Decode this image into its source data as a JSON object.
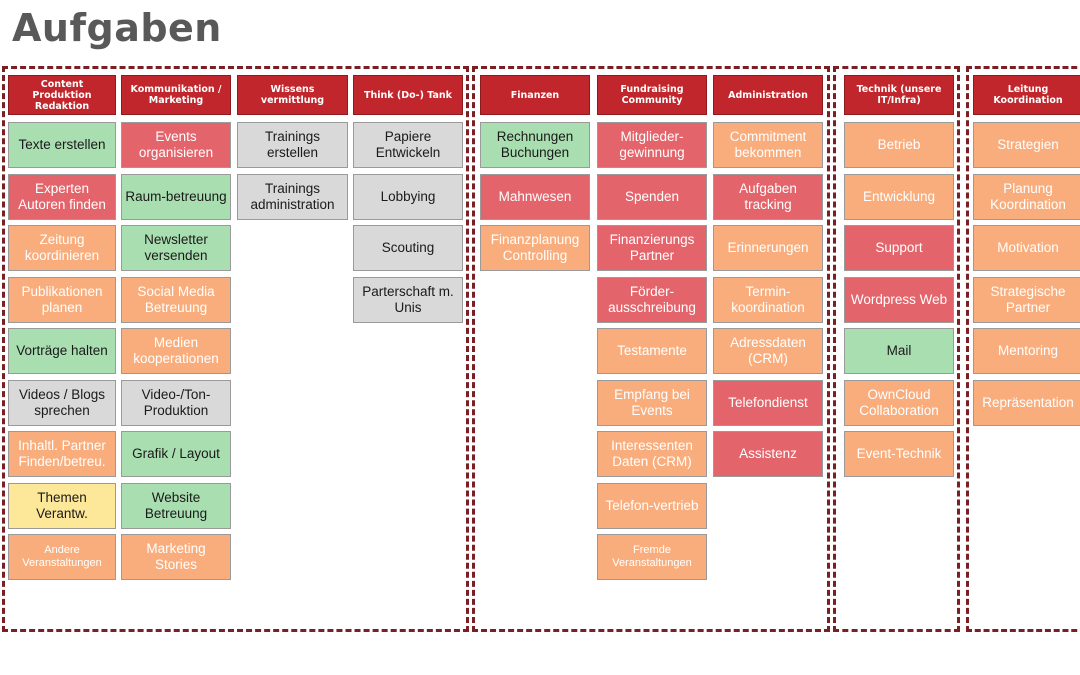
{
  "title": "Aufgaben",
  "colors": {
    "header": "#c0262b",
    "green": "#a9deb0",
    "red": "#e3656b",
    "orange": "#f9ad7c",
    "gray": "#d9d9d9",
    "yellow": "#fde89a",
    "border": "#7a1f23"
  },
  "columns": [
    {
      "header": "Content Produktion Redaktion",
      "cards": [
        {
          "text": "Texte erstellen",
          "color": "green"
        },
        {
          "text": "Experten Autoren finden",
          "color": "red"
        },
        {
          "text": "Zeitung koordinieren",
          "color": "orange"
        },
        {
          "text": "Publikationen planen",
          "color": "orange"
        },
        {
          "text": "Vorträge halten",
          "color": "green"
        },
        {
          "text": "Videos / Blogs sprechen",
          "color": "gray"
        },
        {
          "text": "Inhaltl. Partner Finden/betreu.",
          "color": "orange"
        },
        {
          "text": "Themen Verantw.",
          "color": "yellow"
        },
        {
          "text": "Andere Veranstaltungen",
          "color": "orange"
        }
      ]
    },
    {
      "header": "Kommunikation / Marketing",
      "cards": [
        {
          "text": "Events organisieren",
          "color": "red"
        },
        {
          "text": "Raum-betreuung",
          "color": "green"
        },
        {
          "text": "Newsletter versenden",
          "color": "green"
        },
        {
          "text": "Social Media Betreuung",
          "color": "orange"
        },
        {
          "text": "Medien kooperationen",
          "color": "orange"
        },
        {
          "text": "Video-/Ton-Produktion",
          "color": "gray"
        },
        {
          "text": "Grafik / Layout",
          "color": "green"
        },
        {
          "text": "Website Betreuung",
          "color": "green"
        },
        {
          "text": "Marketing Stories",
          "color": "orange"
        }
      ]
    },
    {
      "header": "Wissens vermittlung",
      "cards": [
        {
          "text": "Trainings erstellen",
          "color": "gray"
        },
        {
          "text": "Trainings administration",
          "color": "gray"
        }
      ]
    },
    {
      "header": "Think (Do-) Tank",
      "cards": [
        {
          "text": "Papiere Entwickeln",
          "color": "gray"
        },
        {
          "text": "Lobbying",
          "color": "gray"
        },
        {
          "text": "Scouting",
          "color": "gray"
        },
        {
          "text": "Parterschaft m. Unis",
          "color": "gray"
        }
      ]
    },
    {
      "header": "Finanzen",
      "cards": [
        {
          "text": "Rechnungen Buchungen",
          "color": "green"
        },
        {
          "text": "Mahnwesen",
          "color": "red"
        },
        {
          "text": "Finanzplanung Controlling",
          "color": "orange"
        }
      ]
    },
    {
      "header": "Fundraising Community",
      "cards": [
        {
          "text": "Mitglieder-gewinnung",
          "color": "red"
        },
        {
          "text": "Spenden",
          "color": "red"
        },
        {
          "text": "Finanzierungs Partner",
          "color": "red"
        },
        {
          "text": "Förder-ausschreibung",
          "color": "red"
        },
        {
          "text": "Testamente",
          "color": "orange"
        },
        {
          "text": "Empfang bei Events",
          "color": "orange"
        },
        {
          "text": "Interessenten Daten (CRM)",
          "color": "orange"
        },
        {
          "text": "Telefon-vertrieb",
          "color": "orange"
        },
        {
          "text": "Fremde Veranstaltungen",
          "color": "orange"
        }
      ]
    },
    {
      "header": "Administration",
      "cards": [
        {
          "text": "Commitment bekommen",
          "color": "orange"
        },
        {
          "text": "Aufgaben tracking",
          "color": "red"
        },
        {
          "text": "Erinnerungen",
          "color": "orange"
        },
        {
          "text": "Termin-koordination",
          "color": "orange"
        },
        {
          "text": "Adressdaten (CRM)",
          "color": "orange"
        },
        {
          "text": "Telefondienst",
          "color": "red"
        },
        {
          "text": "Assistenz",
          "color": "red"
        }
      ]
    },
    {
      "header": "Technik (unsere IT/Infra)",
      "cards": [
        {
          "text": "Betrieb",
          "color": "orange"
        },
        {
          "text": "Entwicklung",
          "color": "orange"
        },
        {
          "text": "Support",
          "color": "red"
        },
        {
          "text": "Wordpress Web",
          "color": "red"
        },
        {
          "text": "Mail",
          "color": "green"
        },
        {
          "text": "OwnCloud Collaboration",
          "color": "orange"
        },
        {
          "text": "Event-Technik",
          "color": "orange"
        }
      ]
    },
    {
      "header": "Leitung Koordination",
      "cards": [
        {
          "text": "Strategien",
          "color": "orange"
        },
        {
          "text": "Planung Koordination",
          "color": "orange"
        },
        {
          "text": "Motivation",
          "color": "orange"
        },
        {
          "text": "Strategische Partner",
          "color": "orange"
        },
        {
          "text": "Mentoring",
          "color": "orange"
        },
        {
          "text": "Repräsentation",
          "color": "orange"
        }
      ]
    }
  ]
}
